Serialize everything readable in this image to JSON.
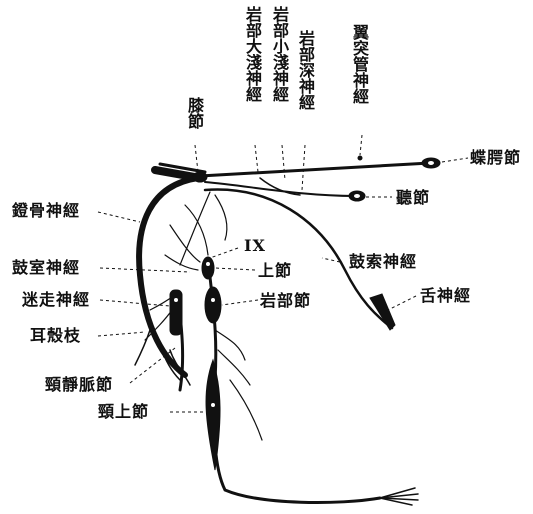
{
  "labels": {
    "geniculate_ganglion": "膝節",
    "greater_petrosal_nerve": "岩部大淺神經",
    "lesser_petrosal_nerve": "岩部小淺神經",
    "deep_petrosal_nerve": "岩部深神經",
    "vidian_nerve": "翼突管神經",
    "sphenopalatine_ganglion": "蝶腭節",
    "otic_ganglion": "聽節",
    "stapedius_nerve": "鐙骨神經",
    "tympanic_nerve": "鼓室神經",
    "glossopharyngeal_roman": "IX",
    "superior_ganglion": "上節",
    "chorda_tympani": "鼓索神經",
    "vagus_nerve": "迷走神經",
    "petrous_ganglion": "岩部節",
    "lingual_nerve": "舌神經",
    "auricular_branch": "耳殼枝",
    "jugular_ganglion": "頸靜脈節",
    "superior_cervical_ganglion": "頸上節"
  }
}
